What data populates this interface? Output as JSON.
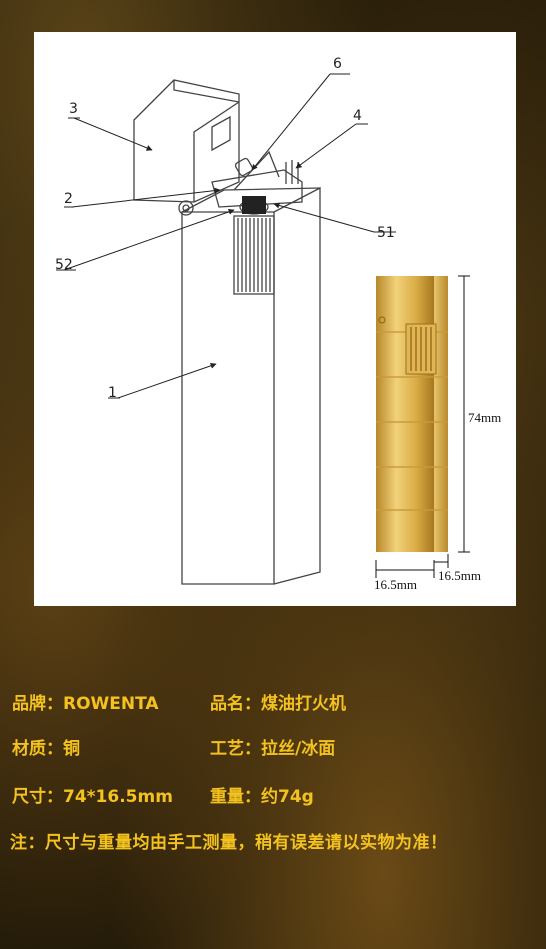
{
  "diagram": {
    "callouts": [
      "6",
      "4",
      "3",
      "2",
      "51",
      "52",
      "1"
    ],
    "dimensions": {
      "height": "74mm",
      "width_front": "16.5mm",
      "width_side": "16.5mm"
    }
  },
  "specs": {
    "brand_label": "品牌：",
    "brand_value": "ROWENTA",
    "name_label": "品名：",
    "name_value": "煤油打火机",
    "material_label": "材质：",
    "material_value": "铜",
    "craft_label": "工艺：",
    "craft_value": "拉丝/冰面",
    "size_label": "尺寸：",
    "size_value": "74*16.5mm",
    "weight_label": "重量：",
    "weight_value": "约74g",
    "note": "注：尺寸与重量均由手工测量，稍有误差请以实物为准！"
  },
  "colors": {
    "accent_text": "#f3c21f",
    "gold_light": "#f2d27a",
    "gold_dark": "#b8872a"
  }
}
